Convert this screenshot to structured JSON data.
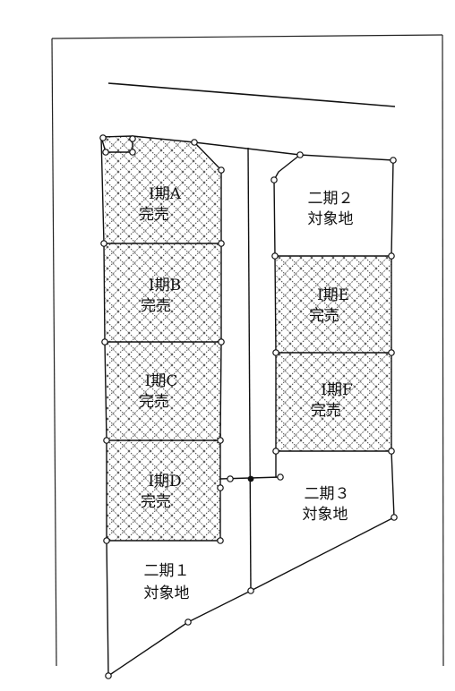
{
  "lots": {
    "phase1_a": {
      "line1": "Ⅰ期A",
      "line2": "完売",
      "status": "sold-out"
    },
    "phase1_b": {
      "line1": "Ⅰ期B",
      "line2": "完売",
      "status": "sold-out"
    },
    "phase1_c": {
      "line1": "Ⅰ期C",
      "line2": "完売",
      "status": "sold-out"
    },
    "phase1_d": {
      "line1": "Ⅰ期D",
      "line2": "完売",
      "status": "sold-out"
    },
    "phase1_e": {
      "line1": "Ⅰ期E",
      "line2": "完売",
      "status": "sold-out"
    },
    "phase1_f": {
      "line1": "Ⅰ期F",
      "line2": "完売",
      "status": "sold-out"
    },
    "phase2_1": {
      "line1": "二期１",
      "line2": "対象地",
      "status": "available"
    },
    "phase2_2": {
      "line1": "二期２",
      "line2": "対象地",
      "status": "available"
    },
    "phase2_3": {
      "line1": "二期３",
      "line2": "対象地",
      "status": "available"
    }
  },
  "colors": {
    "line": "#111111",
    "hatch": "#333333",
    "background": "#ffffff"
  }
}
